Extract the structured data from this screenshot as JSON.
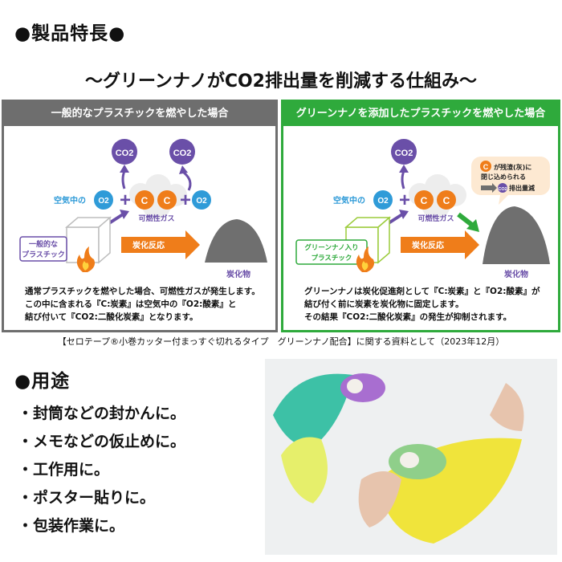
{
  "features": {
    "title": "●製品特長●"
  },
  "subtitle": "～グリーンナノがCO2排出量を削減する仕組み～",
  "left_panel": {
    "header": "一般的なプラスチックを燃やした場合",
    "co2_1": "CO2",
    "co2_2": "CO2",
    "air_label": "空気中の",
    "o2": "O2",
    "c": "C",
    "c2": "C",
    "o2_2": "O2",
    "gas_label": "可燃性ガス",
    "plastic_label_1": "一般的な",
    "plastic_label_2": "プラスチック",
    "reaction": "炭化反応",
    "char": "炭化物",
    "desc": [
      "通常プラスチックを燃やした場合、可燃性ガスが発生します。",
      "この中に含まれる『C:炭素』は空気中の『O2:酸素』と",
      "結び付いて『CO2:二酸化炭素』となります。"
    ]
  },
  "right_panel": {
    "header": "グリーンナノを添加したプラスチックを燃やした場合",
    "co2": "CO2",
    "air_label": "空気中の",
    "o2": "O2",
    "c": "C",
    "c2": "C",
    "gas_label": "可燃性ガス",
    "bubble_c": "C",
    "bubble_1": "が残渣(灰)に",
    "bubble_2": "閉じ込められる",
    "bubble_co2": "CO2",
    "bubble_3": "排出量減",
    "plastic_label": "グリーンナノ入り",
    "plastic_label_2": "プラスチック",
    "reaction": "炭化反応",
    "char": "炭化物",
    "desc": [
      "グリーンナノは炭化促進剤として『C:炭素』と『O2:酸素』が",
      "結び付く前に炭素を炭化物に固定します。",
      "その結果『CO2:二酸化炭素』の発生が抑制されます。"
    ]
  },
  "caption": "【セロテープ®小巻カッター付まっすぐ切れるタイプ　グリーンナノ配合】に関する資料として（2023年12月）",
  "uses": {
    "title": "●用途",
    "items": [
      "・封筒などの封かんに。",
      "・メモなどの仮止めに。",
      "・工作用に。",
      "・ポスター貼りに。",
      "・包装作業に。"
    ]
  },
  "colors": {
    "gray": "#6e6e6e",
    "green": "#2faa3c",
    "purple": "#6a4fa8",
    "blue": "#2f9bd8",
    "orange": "#ef7d1a",
    "char": "#6f6f6f"
  }
}
